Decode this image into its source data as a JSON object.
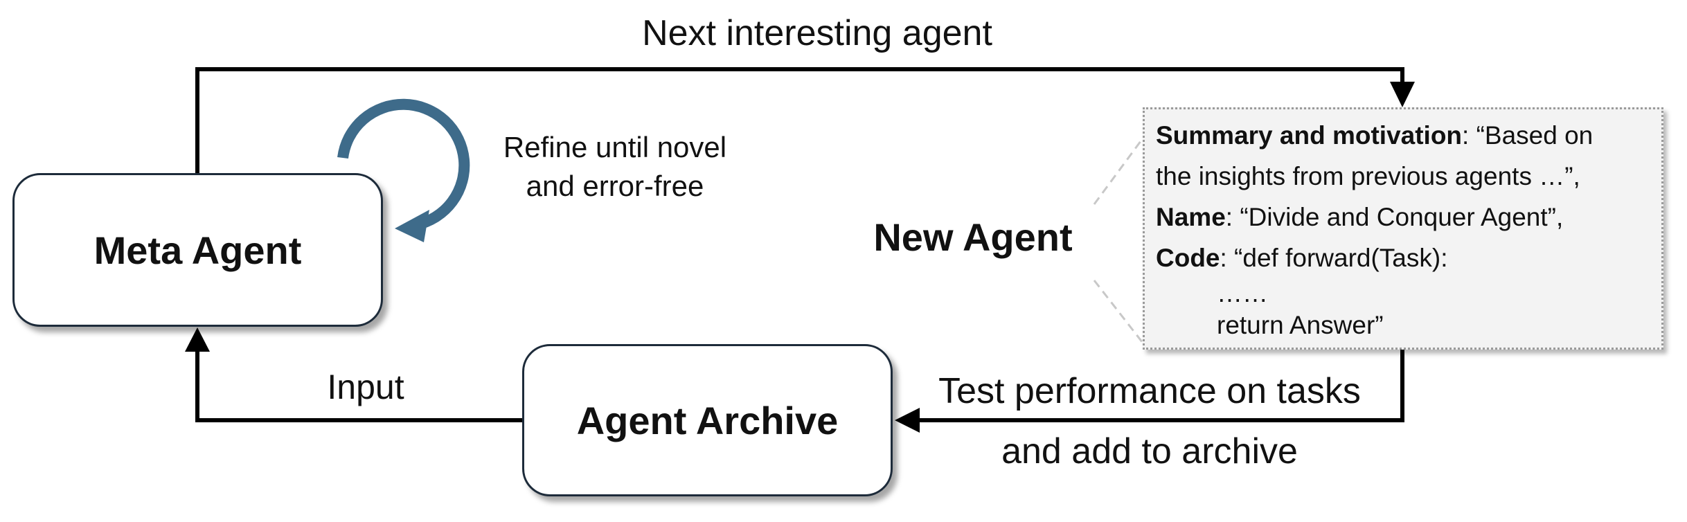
{
  "nodes": {
    "meta_agent": "Meta Agent",
    "agent_archive": "Agent Archive",
    "new_agent": "New Agent"
  },
  "edges": {
    "next_interesting_agent": "Next interesting agent",
    "input": "Input",
    "test_performance_line1": "Test performance on tasks",
    "test_performance_line2": "and add to archive",
    "refine_line1": "Refine until novel",
    "refine_line2": "and error-free"
  },
  "new_agent_card": {
    "summary_key": "Summary and motivation",
    "summary_line1_rest": ": “Based on",
    "summary_line2": "the insights from previous agents …”,",
    "name_key": "Name",
    "name_value": ": “Divide and Conquer Agent”,",
    "code_key": "Code",
    "code_line1_rest": ": “def forward(Task):",
    "code_line2": "……",
    "code_line3": "return Answer”"
  },
  "colors": {
    "box_border": "#1d2b3a",
    "refine_arrow": "#3e6b8a",
    "wire": "#000000",
    "card_background": "#f3f3f3",
    "card_border": "#9a9a9a"
  }
}
